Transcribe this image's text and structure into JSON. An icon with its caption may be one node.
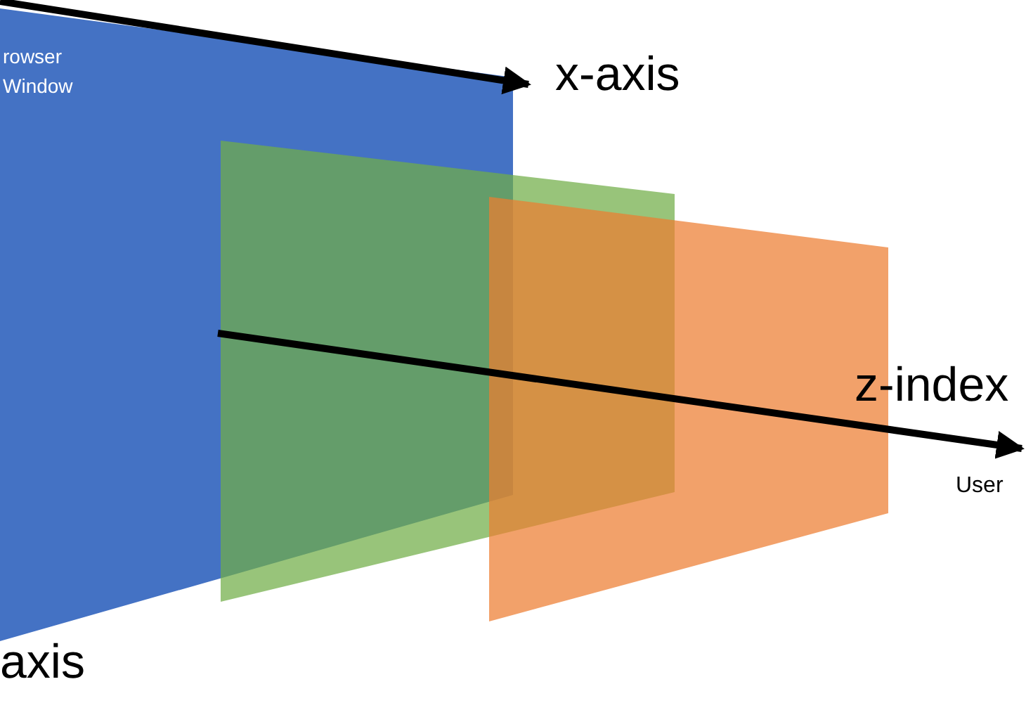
{
  "diagram": {
    "nodes": [
      {
        "text": [
          "rowser Window"
        ]
      }
    ],
    "labels": [
      "x-axis",
      "z-index",
      "User",
      "axis"
    ]
  }
}
